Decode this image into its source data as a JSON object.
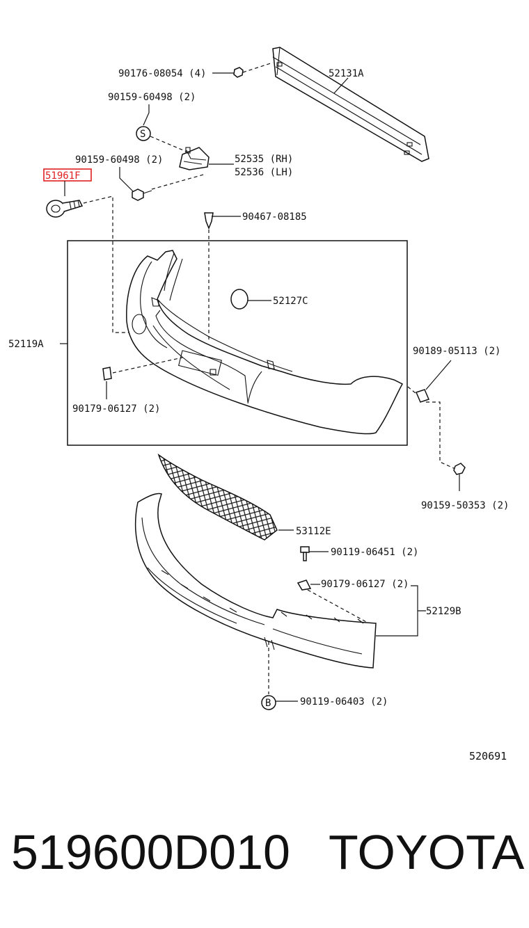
{
  "labels": {
    "p52131A": "52131A",
    "p90176": "90176-08054 (4)",
    "p90159a": "90159-60498 (2)",
    "p90159b": "90159-60498 (2)",
    "p52535": "52535 (RH)",
    "p52536": "52536 (LH)",
    "p51961F": "51961F",
    "p90467": "90467-08185",
    "p52127C": "52127C",
    "p52119A": "52119A",
    "p90189": "90189-05113 (2)",
    "p90179a": "90179-06127 (2)",
    "p90159c": "90159-50353 (2)",
    "p53112E": "53112E",
    "p90119a": "90119-06451 (2)",
    "p90179b": "90179-06127 (2)",
    "p52129B": "52129B",
    "p90119b": "90119-06403 (2)",
    "markS": "S",
    "markB": "B"
  },
  "diagram_code": "520691",
  "footer": {
    "part_number": "519600D010",
    "brand": "TOYOTA"
  },
  "highlight_color": "#e02020"
}
